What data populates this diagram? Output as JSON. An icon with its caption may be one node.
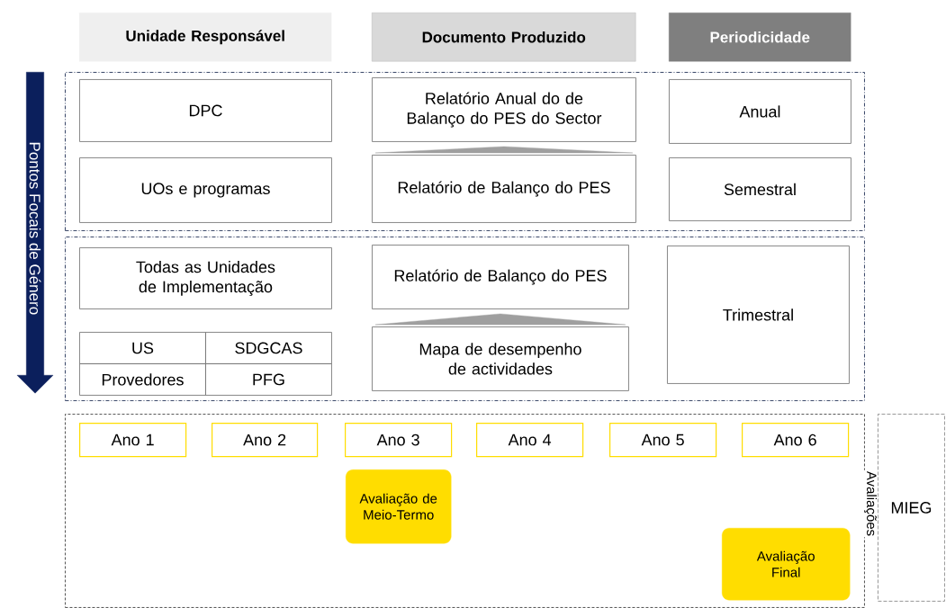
{
  "diagram": {
    "nodes": [
      {
        "text": [
          "Unidade Responsável"
        ]
      },
      {
        "text": [
          "Documento Produzido"
        ]
      },
      {
        "text": [
          "Periodicidade"
        ]
      },
      {
        "text": [
          "Pontos Focais de Género"
        ]
      },
      {
        "text": [],
        "shape": "box"
      },
      {
        "text": [
          "DPC"
        ],
        "in": 4
      },
      {
        "text": [
          "Relatório Anual do de Balanço do PES do Sector"
        ],
        "in": 4
      },
      {
        "text": [
          "Anual"
        ],
        "in": 4
      },
      {
        "text": [
          "UOs e programas"
        ],
        "in": 4
      },
      {
        "text": [
          "Relatório de Balanço do PES"
        ],
        "in": 4
      },
      {
        "text": [
          "Semestral"
        ],
        "in": 4
      },
      {
        "text": [],
        "shape": "box"
      },
      {
        "text": [
          "Todas as Unidades de Implementação"
        ],
        "in": 11
      },
      {
        "text": [
          "Relatório de Balanço do PES"
        ],
        "in": 11
      },
      {
        "text": [
          "Trimestral"
        ],
        "in": 11
      },
      {
        "text": [
          "US"
        ],
        "in": 11
      },
      {
        "text": [
          "SDGCAS"
        ],
        "in": 11
      },
      {
        "text": [
          "Provedores"
        ],
        "in": 11
      },
      {
        "text": [
          "PFG"
        ],
        "in": 11
      },
      {
        "text": [
          "Mapa de desempenho de actividades"
        ],
        "in": 11
      },
      {
        "text": [],
        "shape": "box"
      },
      {
        "text": [
          "Ano 1"
        ],
        "in": 20
      },
      {
        "text": [
          "Ano 2"
        ],
        "in": 20
      },
      {
        "text": [
          "Ano 3"
        ],
        "in": 20
      },
      {
        "text": [
          "Ano 4"
        ],
        "in": 20
      },
      {
        "text": [
          "Ano 5"
        ],
        "in": 20
      },
      {
        "text": [
          "Ano 6"
        ],
        "in": 20
      },
      {
        "text": [
          "Avaliação de Meio-Termo"
        ],
        "in": 20
      },
      {
        "text": [
          "Avaliação Final"
        ],
        "in": 20
      },
      {
        "text": [
          "MIEG"
        ]
      }
    ],
    "edges": [
      {
        "from": 9,
        "to": 6,
        "arrow": "to"
      },
      {
        "from": 19,
        "to": 13,
        "arrow": "to"
      }
    ],
    "labels": [
      "Avaliações"
    ]
  }
}
